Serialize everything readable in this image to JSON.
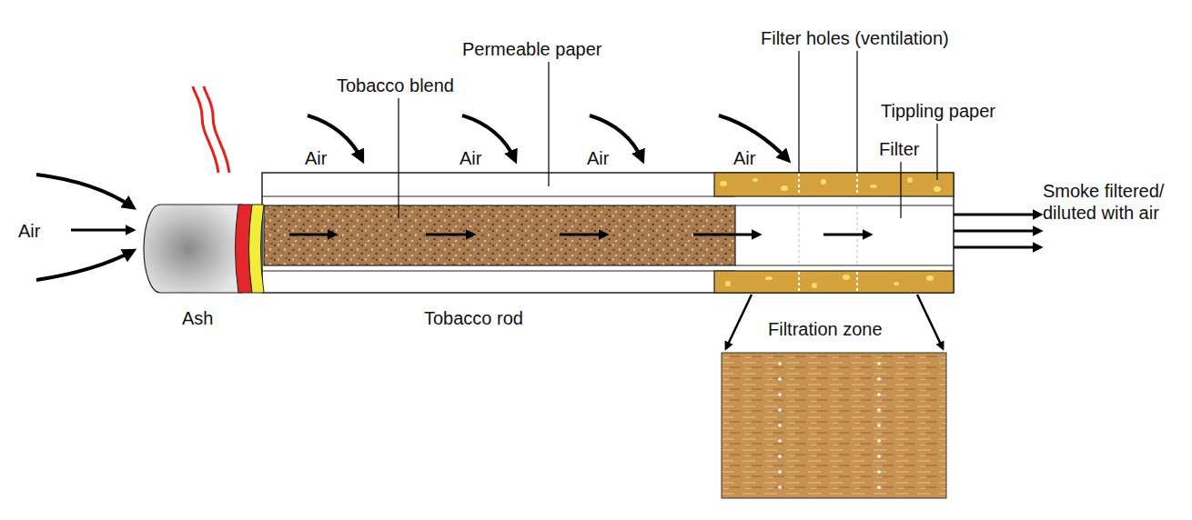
{
  "diagram": {
    "labels": [
      "Permeable paper",
      "Filter holes (ventilation)",
      "Tobacco blend",
      "Tippling paper",
      "Air",
      "Air",
      "Air",
      "Air",
      "Filter",
      "Air",
      "Smoke filtered/ diluted with air",
      "Ash",
      "Tobacco rod",
      "Filtration zone"
    ]
  }
}
